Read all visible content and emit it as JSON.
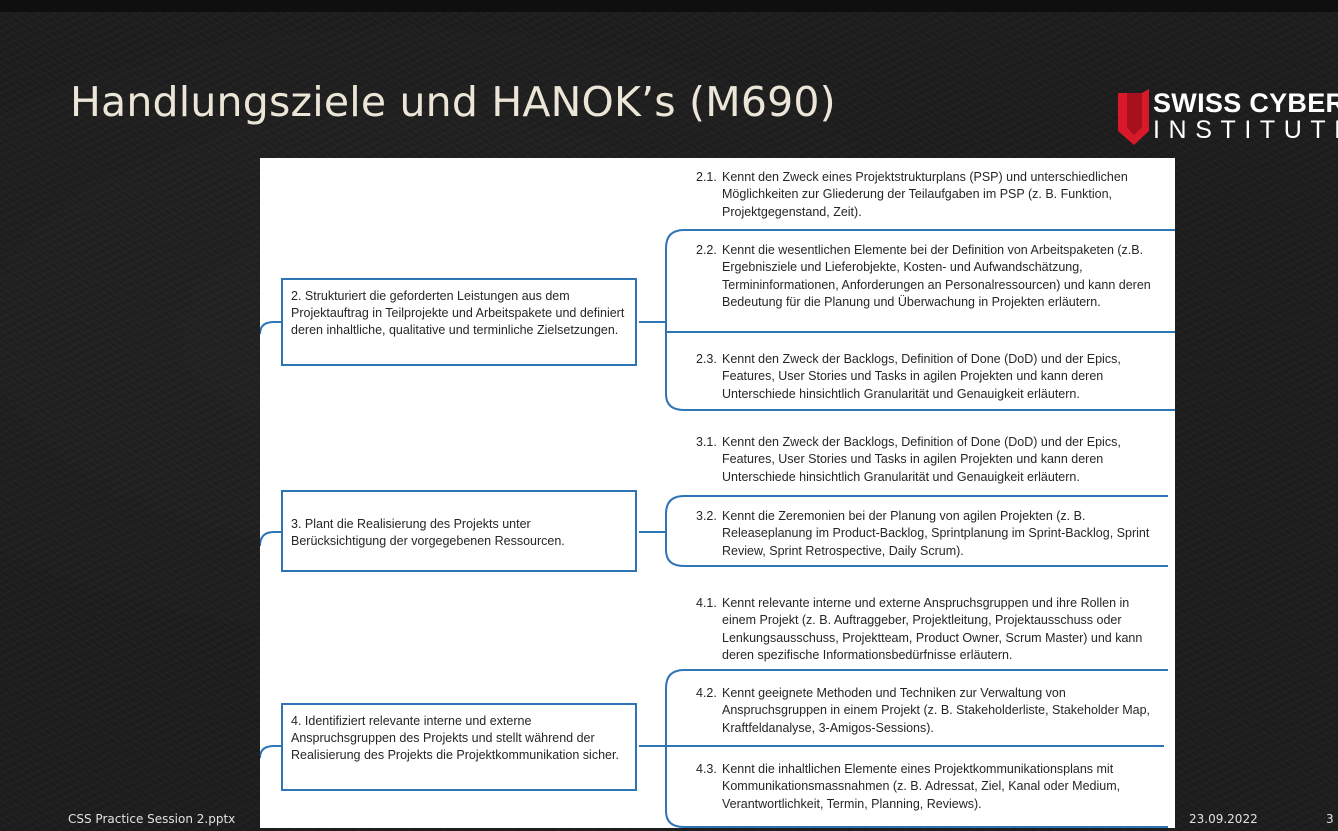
{
  "slide": {
    "title": "Handlungsziele und HANOK’s (M690)",
    "footer_left": "CSS Practice Session 2.pptx",
    "footer_date": "23.09.2022",
    "footer_page": "3"
  },
  "logo": {
    "line1": "SWISS CYBER",
    "line2": "INSTITUTE",
    "accent_color": "#d8192a"
  },
  "colors": {
    "connector": "#2f74b5",
    "background": "#1c1c1c"
  },
  "goals": [
    {
      "text": "2. Strukturiert die geforderten Leistungen aus dem Projektauftrag in Teilprojekte und Arbeitspakete und definiert deren inhaltliche, qualitative und terminliche Zielsetzungen.",
      "items": [
        {
          "num": "2.1.",
          "text": "Kennt den Zweck eines Projektstrukturplans (PSP) und unterschiedlichen Möglichkeiten zur Gliederung der Teilaufgaben im PSP (z. B. Funktion, Projektgegenstand, Zeit)."
        },
        {
          "num": "2.2.",
          "text": "Kennt die wesentlichen Elemente bei der Definition von Arbeitspaketen (z.B. Ergebnisziele und Lieferobjekte, Kosten- und Aufwandschätzung, Termininformationen, Anforderungen an Personalressourcen) und kann deren Bedeutung für die Planung und Überwachung in Projekten erläutern."
        },
        {
          "num": "2.3.",
          "text": "Kennt den Zweck der Backlogs, Definition of Done (DoD) und der Epics, Features, User Stories und Tasks in agilen Projekten und kann deren Unterschiede hinsichtlich Granularität und Genauigkeit erläutern."
        }
      ]
    },
    {
      "text": "3. Plant die Realisierung des Projekts unter Berücksichtigung der vorgegebenen Ressourcen.",
      "items": [
        {
          "num": "3.1.",
          "text": "Kennt den Zweck der Backlogs, Definition of Done (DoD) und der Epics, Features, User Stories und Tasks in agilen Projekten und kann deren Unterschiede hinsichtlich Granularität und Genauigkeit erläutern."
        },
        {
          "num": "3.2.",
          "text": "Kennt die Zeremonien bei der Planung von agilen Projekten (z. B. Releaseplanung im Product-Backlog, Sprintplanung im Sprint-Backlog, Sprint Review, Sprint Retrospective, Daily Scrum)."
        }
      ]
    },
    {
      "text": "4. Identifiziert relevante interne und externe Anspruchsgruppen des Projekts und stellt während der Realisierung des Projekts die Projektkommunikation sicher.",
      "items": [
        {
          "num": "4.1.",
          "text": "Kennt relevante interne und externe Anspruchsgruppen und ihre Rollen in einem Projekt (z. B. Auftraggeber, Projektleitung, Projektausschuss oder Lenkungsausschuss, Projektteam, Product Owner, Scrum Master) und kann deren spezifische Informationsbedürfnisse erläutern."
        },
        {
          "num": "4.2.",
          "text": "Kennt geeignete Methoden und Techniken zur Verwaltung von Anspruchsgruppen in einem Projekt (z. B. Stakeholderliste, Stakeholder Map, Kraftfeldanalyse, 3-Amigos-Sessions)."
        },
        {
          "num": "4.3.",
          "text": "Kennt die inhaltlichen Elemente eines Projektkommunikationsplans mit Kommunikationsmassnahmen (z. B. Adressat, Ziel, Kanal oder Medium, Verantwortlichkeit, Termin, Planning, Reviews)."
        }
      ]
    }
  ]
}
